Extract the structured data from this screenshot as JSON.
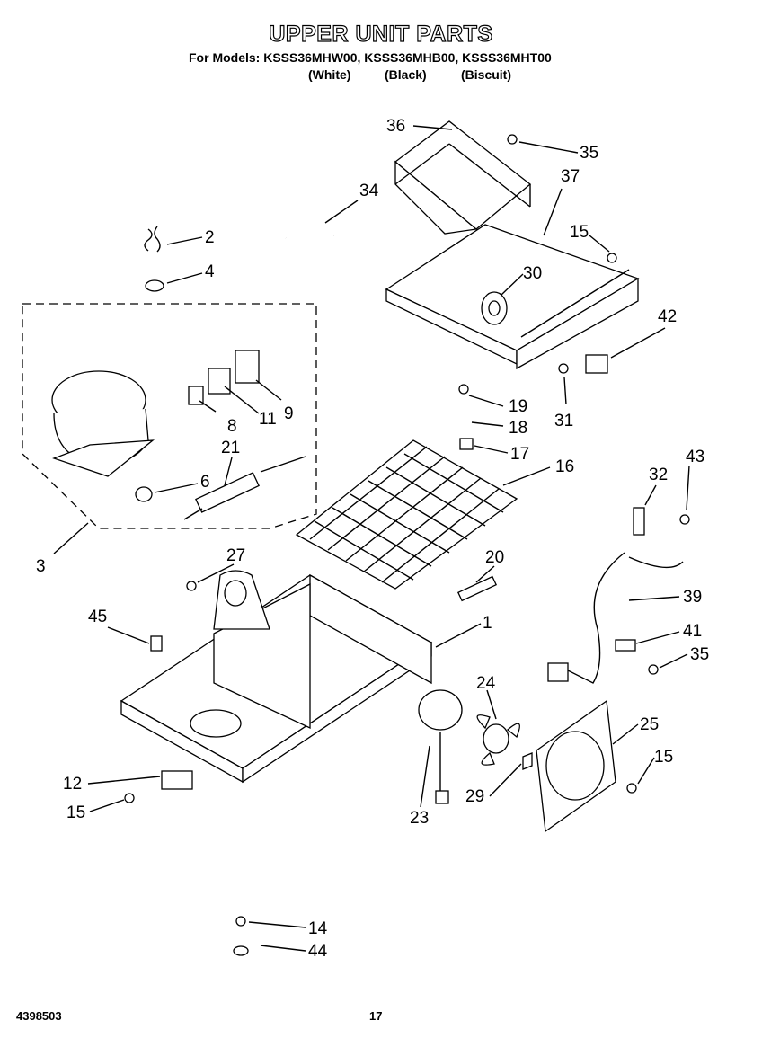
{
  "header": {
    "title": "UPPER UNIT PARTS",
    "models_line": "For Models: KSSS36MHW00, KSSS36MHB00, KSSS36MHT00",
    "color_white": "(White)",
    "color_black": "(Black)",
    "color_biscuit": "(Biscuit)"
  },
  "footer": {
    "doc_number": "4398503",
    "page_number": "17"
  },
  "callouts": [
    "36",
    "35",
    "37",
    "34",
    "15",
    "2",
    "4",
    "30",
    "42",
    "3",
    "8",
    "11",
    "9",
    "19",
    "18",
    "31",
    "21",
    "6",
    "17",
    "16",
    "32",
    "43",
    "27",
    "20",
    "1",
    "45",
    "39",
    "41",
    "35",
    "24",
    "25",
    "15",
    "12",
    "15",
    "23",
    "29",
    "14",
    "44"
  ]
}
